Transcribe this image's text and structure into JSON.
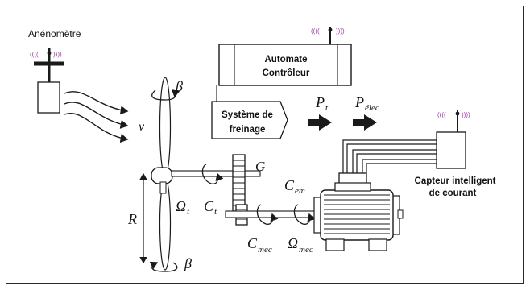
{
  "labels": {
    "anemometer": "Anénomètre",
    "controller_line1": "Automate",
    "controller_line2": "Contrôleur",
    "brake_line1": "Système de",
    "brake_line2": "freinage",
    "sensor_line1": "Capteur intelligent",
    "sensor_line2": "de courant"
  },
  "symbols": {
    "beta_top": "β",
    "beta_bottom": "β",
    "v": "v",
    "R": "R",
    "G": "G",
    "omega_t_main": "Ω",
    "omega_t_sub": "t",
    "c_t_main": "C",
    "c_t_sub": "t",
    "c_em_main": "C",
    "c_em_sub": "em",
    "c_mec_main": "C",
    "c_mec_sub": "mec",
    "omega_mec_main": "Ω",
    "omega_mec_sub": "mec",
    "p_t_main": "P",
    "p_t_sub": "t",
    "p_elec_main": "P",
    "p_elec_sub": "élec"
  },
  "wireless_symbol_left": "((((",
  "wireless_symbol_right": "))))",
  "colors": {
    "stroke": "#1a1a1a",
    "wireless": "#a03ca0",
    "page": "#ffffff"
  }
}
